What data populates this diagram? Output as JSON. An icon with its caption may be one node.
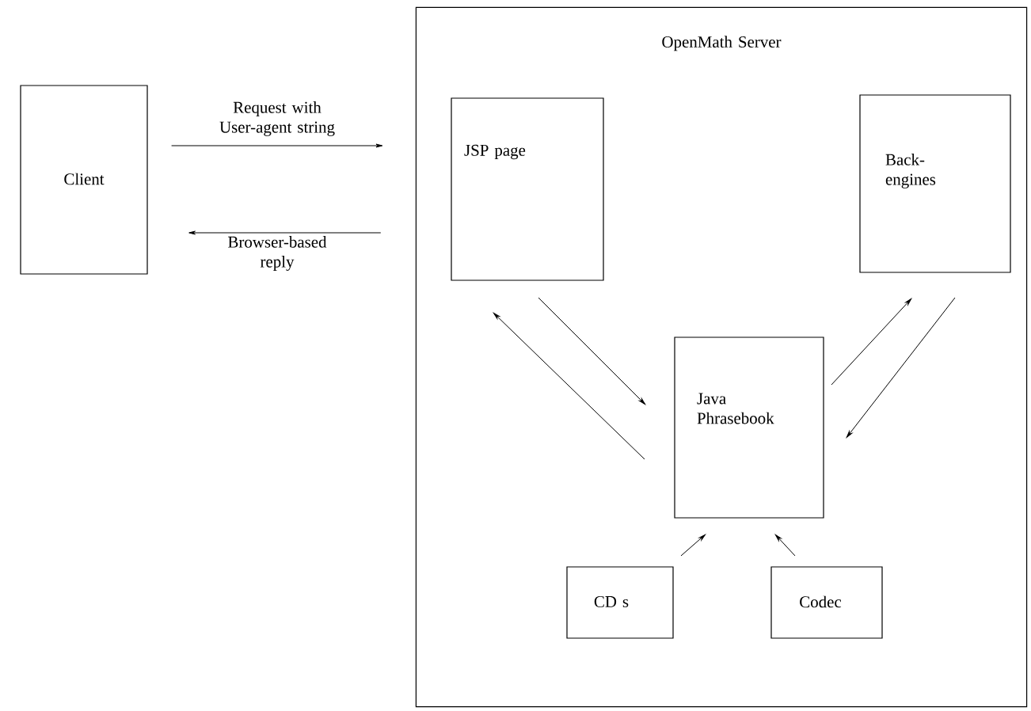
{
  "diagram": {
    "nodes": [
      {
        "text": [
          "Client"
        ]
      },
      {
        "text": [
          "OpenMath Server"
        ]
      },
      {
        "text": [
          "JSP page"
        ],
        "in": 1
      },
      {
        "text": [
          "Back-engines"
        ],
        "in": 1
      },
      {
        "text": [
          "Java Phrasebook"
        ],
        "in": 1
      },
      {
        "text": [
          "CD s"
        ],
        "in": 1
      },
      {
        "text": [
          "Codec"
        ],
        "in": 1
      }
    ],
    "edges": [
      {
        "from": 0,
        "to": 1,
        "arrow": "to",
        "label": "Request with User-agent string"
      },
      {
        "from": 1,
        "to": 0,
        "arrow": "to",
        "label": "Browser-based reply"
      },
      {
        "from": 2,
        "to": 4,
        "arrow": "to"
      },
      {
        "from": 4,
        "to": 2,
        "arrow": "to"
      },
      {
        "from": 4,
        "to": 3,
        "arrow": "to"
      },
      {
        "from": 3,
        "to": 4,
        "arrow": "to"
      },
      {
        "from": 5,
        "to": 4,
        "arrow": "to"
      },
      {
        "from": 6,
        "to": 4,
        "arrow": "to"
      }
    ]
  }
}
